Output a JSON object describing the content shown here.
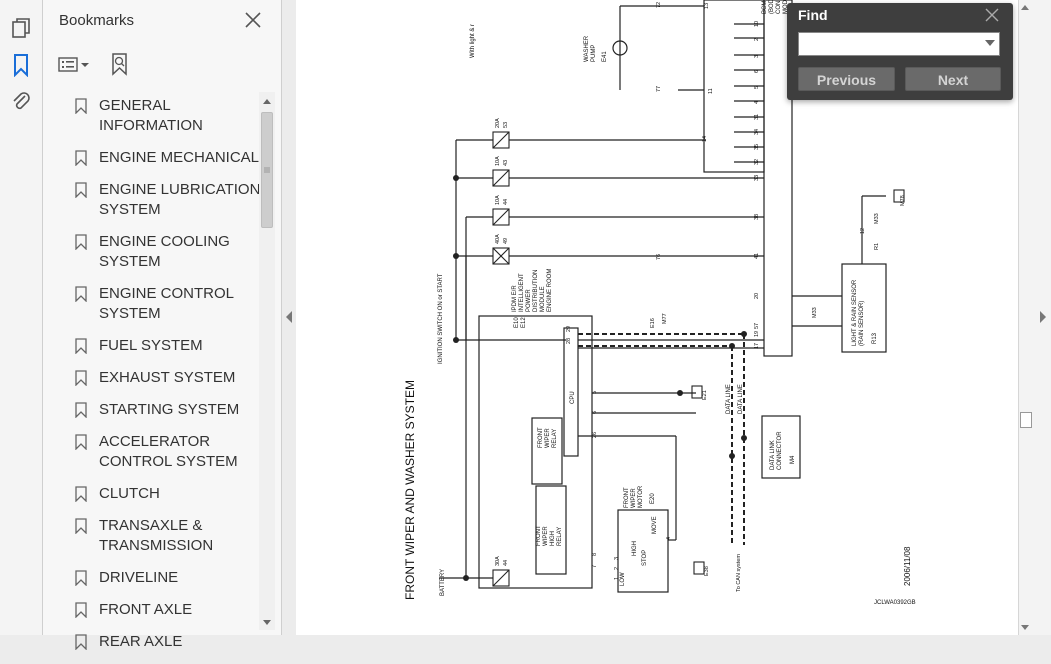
{
  "sidebar_panel": {
    "title": "Bookmarks",
    "items": [
      {
        "label": "GENERAL INFORMATION",
        "lines": [
          "GENERAL",
          "INFORMATION"
        ]
      },
      {
        "label": "ENGINE MECHANICAL",
        "lines": [
          "ENGINE MECHANICAL"
        ]
      },
      {
        "label": "ENGINE LUBRICATION SYSTEM",
        "lines": [
          "ENGINE LUBRICATION",
          "SYSTEM"
        ]
      },
      {
        "label": "ENGINE COOLING SYSTEM",
        "lines": [
          "ENGINE COOLING",
          "SYSTEM"
        ]
      },
      {
        "label": "ENGINE CONTROL SYSTEM",
        "lines": [
          "ENGINE CONTROL",
          "SYSTEM"
        ]
      },
      {
        "label": "FUEL SYSTEM",
        "lines": [
          "FUEL SYSTEM"
        ]
      },
      {
        "label": "EXHAUST SYSTEM",
        "lines": [
          "EXHAUST SYSTEM"
        ]
      },
      {
        "label": "STARTING SYSTEM",
        "lines": [
          "STARTING SYSTEM"
        ]
      },
      {
        "label": "ACCELERATOR CONTROL SYSTEM",
        "lines": [
          "ACCELERATOR",
          "CONTROL SYSTEM"
        ]
      },
      {
        "label": "CLUTCH",
        "lines": [
          "CLUTCH"
        ]
      },
      {
        "label": "TRANSAXLE & TRANSMISSION",
        "lines": [
          "TRANSAXLE &",
          "TRANSMISSION"
        ]
      },
      {
        "label": "DRIVELINE",
        "lines": [
          "DRIVELINE"
        ]
      },
      {
        "label": "FRONT AXLE",
        "lines": [
          "FRONT AXLE"
        ]
      },
      {
        "label": "REAR AXLE",
        "lines": [
          "REAR AXLE"
        ]
      }
    ]
  },
  "find_dialog": {
    "title": "Find",
    "input_value": "",
    "previous_label": "Previous",
    "next_label": "Next"
  },
  "diagram": {
    "title": "FRONT WIPER AND WASHER SYSTEM",
    "date": "2006/11/08",
    "code": "JCLWA0392GB",
    "battery": "BATTERY",
    "ignition": "IGNITION SWITCH ON or START",
    "ipdm": [
      "IPDM E/R",
      "INTELLIGENT",
      "POWER",
      "DISTRIBUTION",
      "MODULE",
      "ENGINE ROOM"
    ],
    "ipdm_connectors": [
      "E10",
      "E12"
    ],
    "cpu": "CPU",
    "high_relay": [
      "FRONT",
      "WIPER",
      "HIGH",
      "RELAY"
    ],
    "wiper_relay": [
      "FRONT",
      "WIPER",
      "RELAY"
    ],
    "motor": [
      "FRONT",
      "WIPER",
      "MOTOR"
    ],
    "motor_connector": "E20",
    "motor_modes": [
      "LOW",
      "HIGH",
      "STOP",
      "MOVE"
    ],
    "washer_pump": [
      "WASHER",
      "PUMP"
    ],
    "washer_connector": "E41",
    "data_line": "DATA LINE",
    "to_can": "To CAN system",
    "data_link": [
      "DATA LINK",
      "CONNECTOR"
    ],
    "data_link_connector": "M4",
    "rain_sensor": [
      "LIGHT & RAIN SENSOR",
      "(RAIN SENSOR)"
    ],
    "rain_sensor_connector": "R13",
    "with_light": "With light & r",
    "bcm": [
      "BCM",
      "(BOD",
      "CON",
      "MOD"
    ],
    "fuses": [
      "20A",
      "10A",
      "10A",
      "40A",
      "30A"
    ],
    "fuse_nums": [
      "53",
      "43",
      "44",
      "49",
      "44"
    ],
    "pins_right": [
      "13",
      "10",
      "2",
      "3",
      "6",
      "5",
      "4",
      "31",
      "34",
      "35",
      "32",
      "33",
      "38",
      "41",
      "57",
      "17",
      "19",
      "20"
    ],
    "grounds": [
      "E21",
      "E38",
      "M78",
      "M33",
      "R1",
      "M33",
      "E16",
      "M77"
    ],
    "misc": [
      "12",
      "11",
      "14",
      "76",
      "77",
      "72",
      "28",
      "29",
      "8",
      "26",
      "6",
      "5",
      "7",
      "1",
      "2",
      "3",
      "4"
    ]
  }
}
